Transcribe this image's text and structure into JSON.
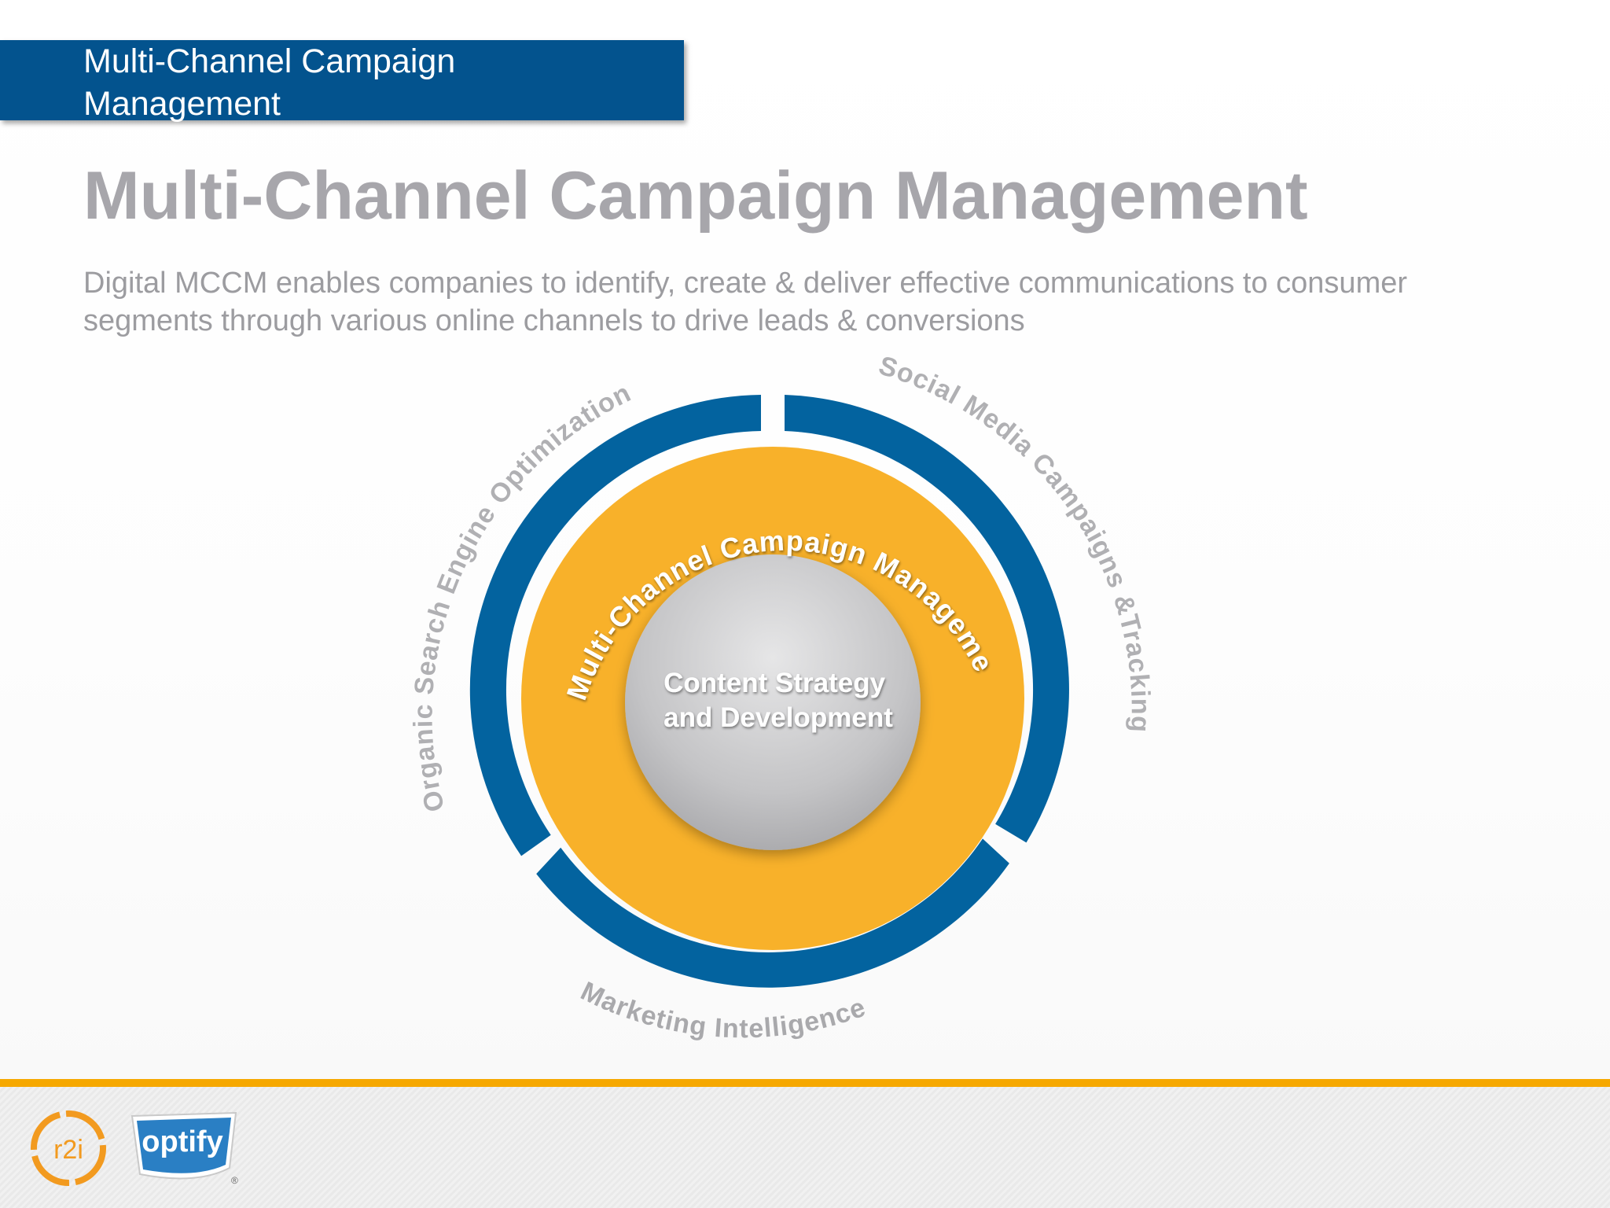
{
  "header": {
    "section_label": "Multi-Channel Campaign Management"
  },
  "main": {
    "title": "Multi-Channel Campaign Management",
    "description": "Digital MCCM enables companies to identify, create & deliver effective communications to consumer segments through various online channels to drive leads & conversions"
  },
  "diagram": {
    "outer_ring": {
      "left_segment": "Organic Search Engine Optimization",
      "right_segment": "Social Media Campaigns &Tracking",
      "bottom_segment": "Marketing Intelligence"
    },
    "middle_ring": "Multi-Channel Campaign Management",
    "core": {
      "line1": "Content Strategy",
      "line2": "and Development"
    },
    "colors": {
      "outer_ring": "#03639f",
      "middle_ring": "#f8b12a",
      "core": "#c6c6c8",
      "banner": "#03538e",
      "footer_accent": "#f6a800"
    }
  },
  "footer": {
    "logo_r2i": "r2i",
    "logo_optify": "optify",
    "logo_optify_mark": "®"
  }
}
